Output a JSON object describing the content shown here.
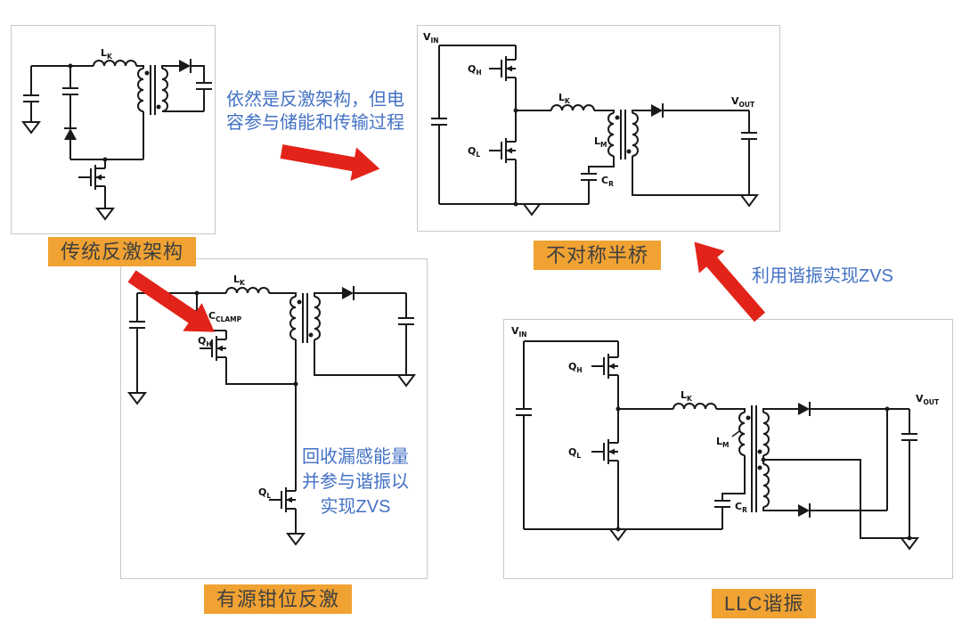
{
  "colors": {
    "background": "#FFFFFF",
    "panel_border": "#C8C8C8",
    "circuit": "#1A1A1A",
    "badge_bg": "#F0A232",
    "badge_text": "#3F3F3F",
    "annotation": "#4472C4",
    "arrow": "#E2231A"
  },
  "captions": {
    "flyback": "传统反激架构",
    "ahb": "不对称半桥",
    "acf": "有源钳位反激",
    "llc": "LLC谐振"
  },
  "annotations": {
    "evolve_line1": "依然是反激架构，但电",
    "evolve_line2": "容参与储能和传输过程",
    "zvs_right": "利用谐振实现ZVS",
    "acf_line1": "回收漏感能量",
    "acf_line2": "并参与谐振以",
    "acf_line3": "实现ZVS"
  },
  "symbols": {
    "vin": {
      "main": "V",
      "sub": "IN"
    },
    "vout": {
      "main": "V",
      "sub": "OUT"
    },
    "qh": {
      "main": "Q",
      "sub": "H"
    },
    "ql": {
      "main": "Q",
      "sub": "L"
    },
    "lk": {
      "main": "L",
      "sub": "K"
    },
    "lm": {
      "main": "L",
      "sub": "M"
    },
    "cr": {
      "main": "C",
      "sub": "R"
    },
    "cclamp": {
      "main": "C",
      "sub": "CLAMP"
    }
  }
}
